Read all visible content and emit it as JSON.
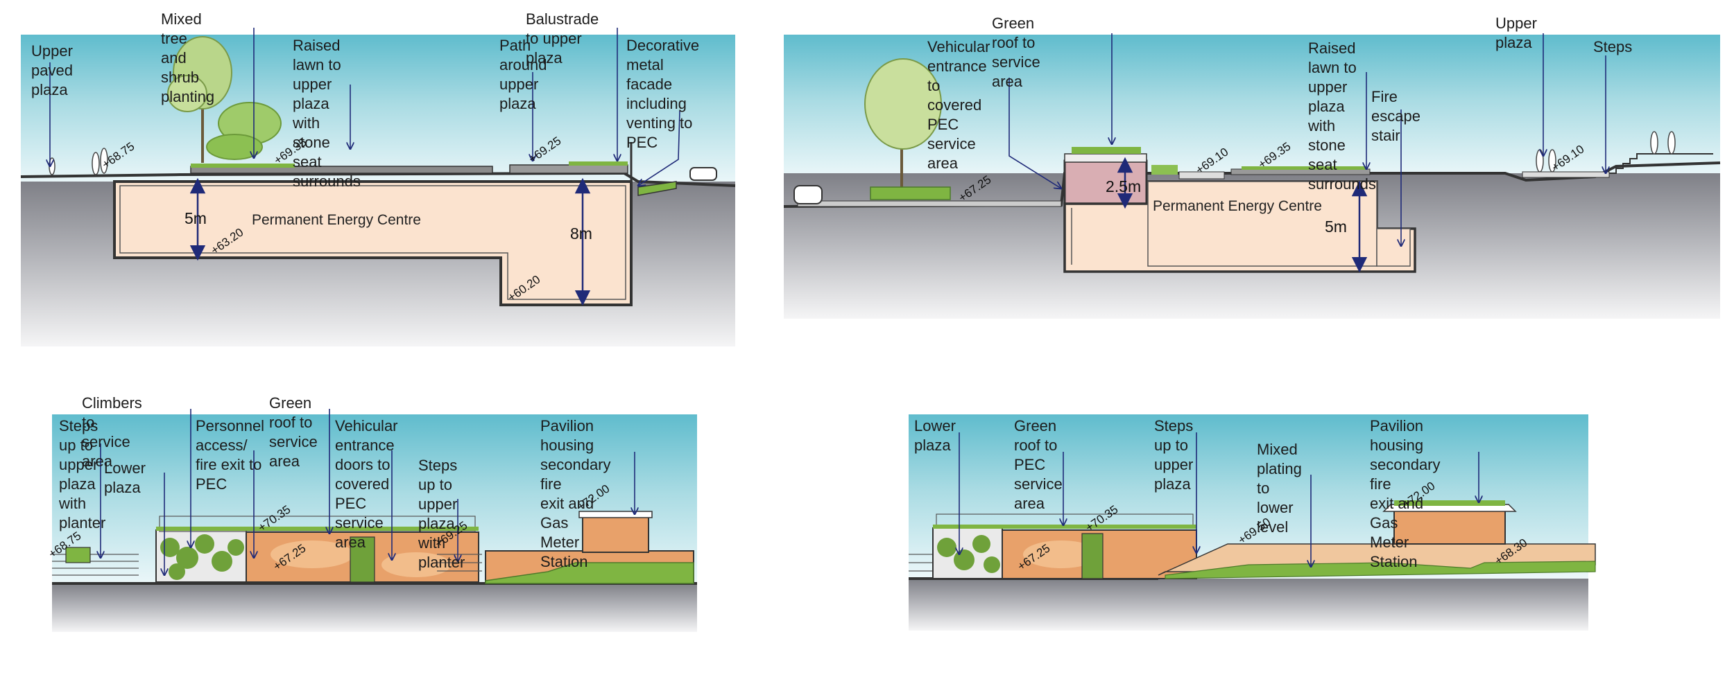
{
  "colors": {
    "sky_top": "#5fbccd",
    "ground": "#7f8087",
    "pec_fill": "#fbe3cf",
    "service_area_fill": "#d9aeb3",
    "facade_orange": "#e8a16a",
    "planting_green": "#7fb542",
    "leader_blue": "#1f2a78"
  },
  "section1": {
    "labels": {
      "upper_paved_plaza": "Upper paved plaza",
      "mixed_tree": "Mixed tree and shrub planting",
      "raised_lawn": "Raised lawn to upper plaza\nwith stone seat surrounds",
      "path_around": "Path around\nupper plaza",
      "balustrade": "Balustrade to upper plaza",
      "decorative_facade": "Decorative\nmetal facade\nincluding\nventing to PEC",
      "pec": "Permanent Energy Centre"
    },
    "levels": [
      "+68.75",
      "+69.35",
      "+69.25",
      "+63.20",
      "+60.20"
    ],
    "dims": {
      "five": "5m",
      "eight": "8m"
    }
  },
  "section2": {
    "labels": {
      "green_roof": "Green roof to service area",
      "vehicular_entrance": "Vehicular entrance to\ncovered PEC service area",
      "raised_lawn": "Raised lawn to upper plaza\nwith stone seat surrounds",
      "fire_escape": "Fire escape stair",
      "upper_plaza": "Upper plaza",
      "steps": "Steps",
      "pec": "Permanent Energy Centre"
    },
    "levels": [
      "+67.25",
      "+69.10",
      "+69.35",
      "+69.10"
    ],
    "dims": {
      "two_five": "2.5m",
      "five": "5m"
    }
  },
  "elevation1": {
    "labels": {
      "climbers": "Climbers to service area",
      "green_roof": "Green roof to service area",
      "steps_up_planter": "Steps up to upper\nplaza with planter",
      "lower_plaza": "Lower plaza",
      "personnel_access": "Personnel access/\nfire exit to PEC",
      "vehicular_doors": "Vehicular entrance doors to\ncovered PEC service area",
      "steps_up_planter_2": "Steps up to upper\nplaza with planter",
      "pavilion": "Pavilion housing secondary fire\nexit and Gas Meter Station"
    },
    "levels": [
      "+68.75",
      "+70.35",
      "+67.25",
      "+69.25",
      "+72.00"
    ]
  },
  "elevation2": {
    "labels": {
      "lower_plaza": "Lower plaza",
      "green_roof_pec": "Green roof to PEC\nservice area",
      "steps_up": "Steps up to upper plaza",
      "mixed_plating": "Mixed plating\nto lower level",
      "pavilion": "Pavilion housing secondary fire\nexit and Gas Meter Station"
    },
    "levels": [
      "+70.35",
      "+67.25",
      "+69.50",
      "+72.00",
      "+68.30"
    ]
  }
}
